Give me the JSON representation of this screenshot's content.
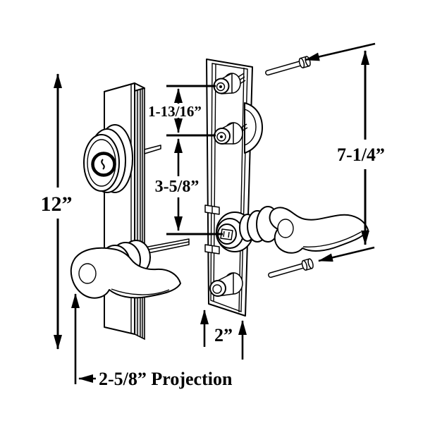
{
  "page": {
    "background": "#ffffff",
    "line_color": "#000000"
  },
  "diagram": {
    "kind": "door-lockset-dimension-diagram",
    "labels": {
      "overall_height": "12”",
      "top_hole_spacing": "1-13/16”",
      "mid_hole_spacing": "3-5/8”",
      "screw_span": "7-1/4”",
      "plate_width": "2”",
      "projection": "2-5/8” Projection"
    }
  }
}
